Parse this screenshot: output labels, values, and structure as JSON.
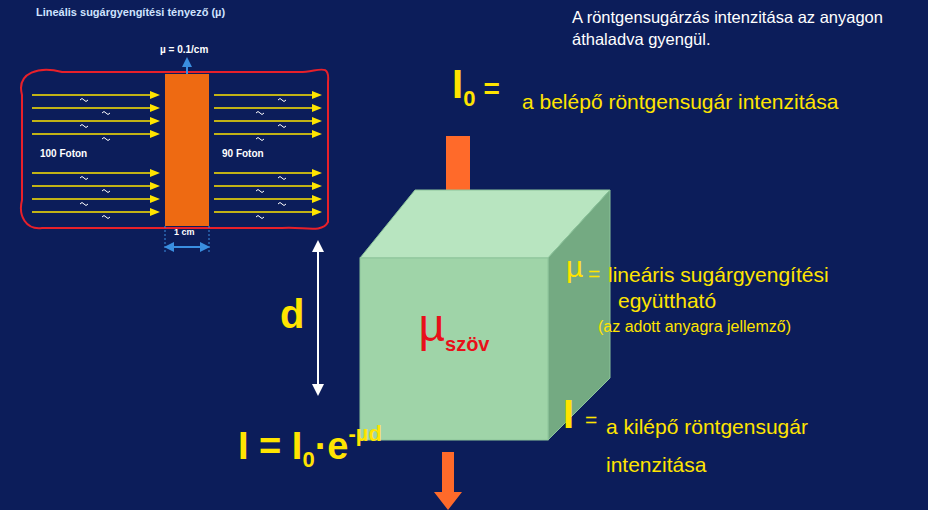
{
  "diagram": {
    "nodes": [
      {
        "text": [
          "µ",
          "szöv"
        ]
      }
    ],
    "labels": [
      "Lineális sugárgyengítési tényező (µ)",
      "µ = 0.1/cm",
      "100 Foton",
      "90 Foton",
      "1 cm",
      "A röntgensugárzás intenzitása az anyagon áthaladva gyengül.",
      "I",
      "0",
      "=",
      "a belépő röntgensugár intenzitása",
      "d",
      "µ",
      "=",
      "lineáris sugárgyengítési együttható",
      "(az adott anyagra jellemző)",
      "I",
      "=",
      "a kilépő röntgensugár intenzitása",
      "I = I",
      "0",
      "·e",
      "-µd"
    ]
  }
}
